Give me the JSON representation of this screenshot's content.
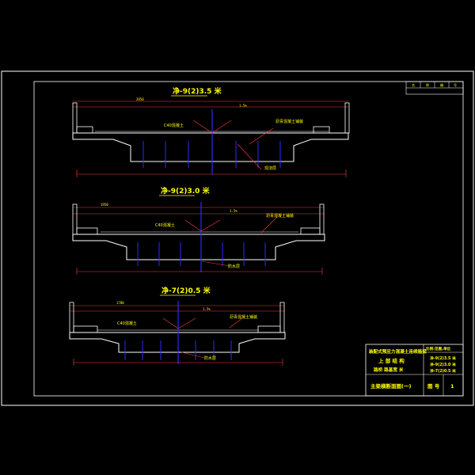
{
  "colors": {
    "background": "#000000",
    "frame": "#ffffff",
    "structure": "#ffffff",
    "dimension": "#ff3b3b",
    "text": "#ffff00",
    "centerline": "#2a2aff",
    "leader": "#ff3b3b"
  },
  "section_titles": [
    "净-9(2)3.5 米",
    "净-9(2)3.0 米",
    "净-7(2)0.5 米"
  ],
  "widths": [
    "2850",
    "1950",
    "1700"
  ],
  "slopes": [
    "1.5%",
    "1.5%",
    "1.5%"
  ],
  "callouts": [
    "C40混凝土",
    "沥青混凝土铺装",
    "现浇层",
    "防水层"
  ],
  "revision_header": [
    "名",
    "称",
    "编",
    "号"
  ],
  "title_block": {
    "project": "装配式预应力混凝土连续箱梁",
    "part": "上 部 结 构",
    "spec": "路桥 路基宽 米",
    "drawing_title": "主梁横断面图(一)",
    "scale_label": "比例:见图,单位",
    "design_rows": [
      "净-9(2)3.5 米",
      "净-9(2)3.0 米",
      "净-7(2)0.5 米"
    ],
    "sheet_label": "图 号",
    "sheet_no": "1"
  }
}
